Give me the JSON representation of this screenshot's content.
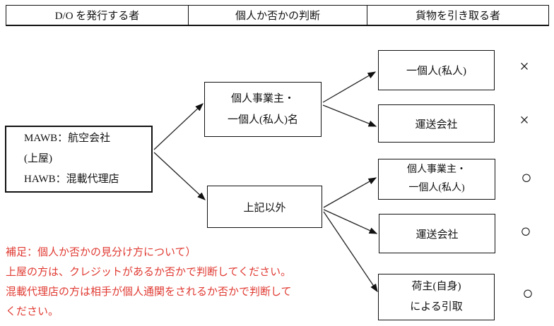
{
  "header": {
    "columns": [
      {
        "label": "D/O を発行する者"
      },
      {
        "label": "個人か否かの判断"
      },
      {
        "label": "貨物を引き取る者"
      }
    ]
  },
  "flow": {
    "source": {
      "lines": [
        "MAWB：航空会社",
        "(上屋)",
        "HAWB：混載代理店"
      ]
    },
    "middle": [
      {
        "lines": [
          "個人事業主・",
          "一個人(私人)名"
        ]
      },
      {
        "lines": [
          "上記以外"
        ]
      }
    ],
    "results": [
      {
        "lines": [
          "一個人(私人)"
        ],
        "mark": "×"
      },
      {
        "lines": [
          "運送会社"
        ],
        "mark": "×"
      },
      {
        "lines": [
          "個人事業主・",
          "一個人(私人)"
        ],
        "mark": "○"
      },
      {
        "lines": [
          "運送会社"
        ],
        "mark": "○"
      },
      {
        "lines": [
          "荷主(自身)",
          "による引取"
        ],
        "mark": "○"
      }
    ]
  },
  "note": {
    "color": "#e03a32",
    "lines": [
      "補足：個人か否かの見分け方について）",
      "上屋の方は、クレジットがあるか否かで判断してください。",
      "混載代理店の方は相手が個人通関をされるか否かで判断して",
      "ください。"
    ]
  }
}
